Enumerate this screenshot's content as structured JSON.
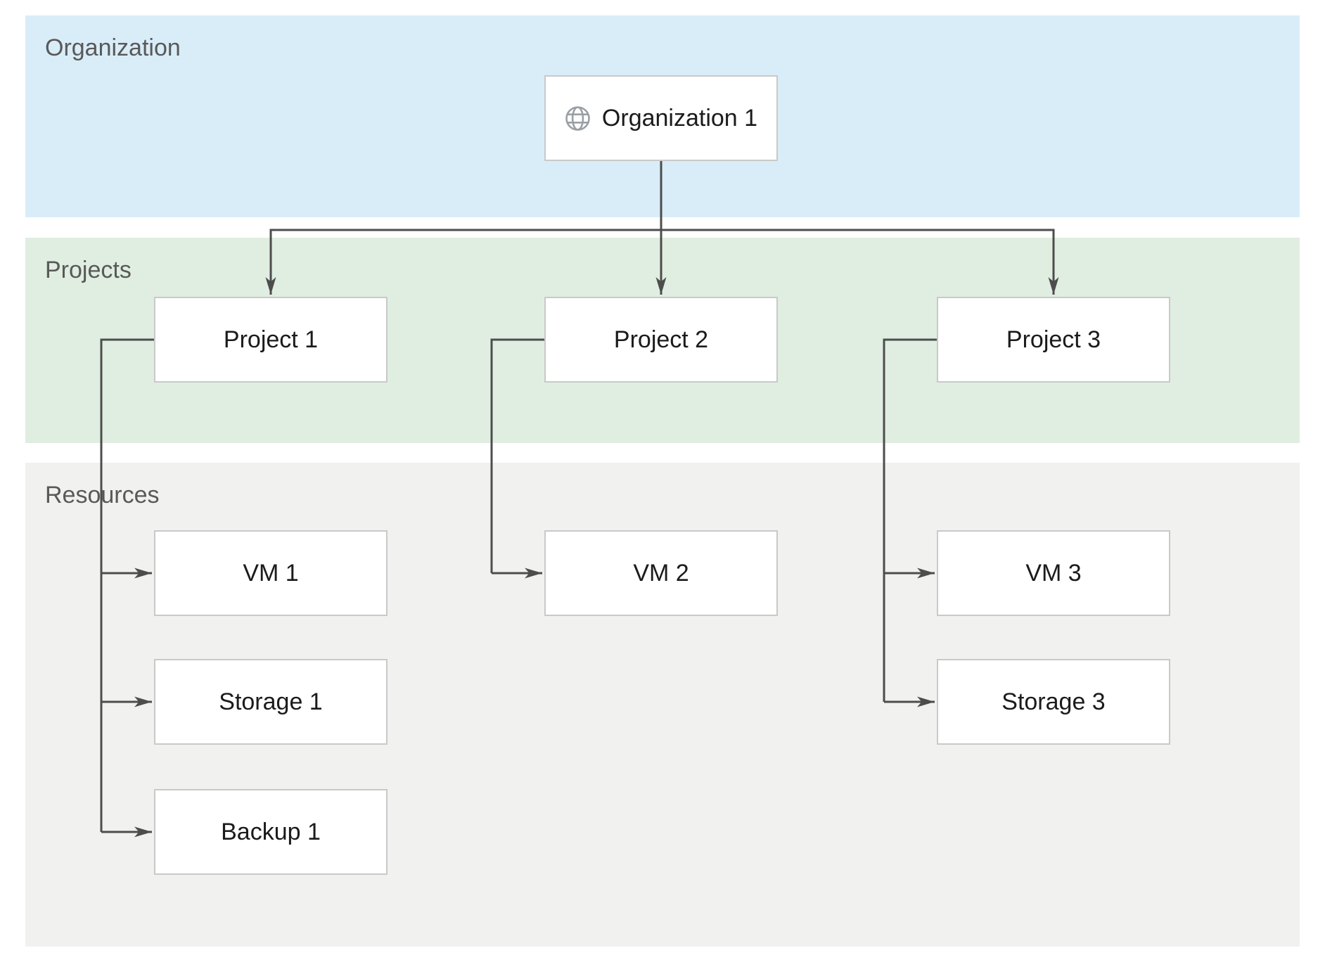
{
  "diagram": {
    "type": "hierarchy",
    "bands": {
      "organization": {
        "label": "Organization",
        "color": "#d9edf8"
      },
      "projects": {
        "label": "Projects",
        "color": "#dfeee1"
      },
      "resources": {
        "label": "Resources",
        "color": "#f1f1f0"
      }
    },
    "nodes": {
      "org1": {
        "label": "Organization 1",
        "icon": "globe-icon",
        "band": "organization"
      },
      "project1": {
        "label": "Project 1",
        "band": "projects"
      },
      "project2": {
        "label": "Project 2",
        "band": "projects"
      },
      "project3": {
        "label": "Project 3",
        "band": "projects"
      },
      "vm1": {
        "label": "VM 1",
        "band": "resources"
      },
      "storage1": {
        "label": "Storage 1",
        "band": "resources"
      },
      "backup1": {
        "label": "Backup 1",
        "band": "resources"
      },
      "vm2": {
        "label": "VM 2",
        "band": "resources"
      },
      "vm3": {
        "label": "VM 3",
        "band": "resources"
      },
      "storage3": {
        "label": "Storage 3",
        "band": "resources"
      }
    },
    "edges": [
      {
        "from": "org1",
        "to": "project1"
      },
      {
        "from": "org1",
        "to": "project2"
      },
      {
        "from": "org1",
        "to": "project3"
      },
      {
        "from": "project1",
        "to": "vm1"
      },
      {
        "from": "project1",
        "to": "storage1"
      },
      {
        "from": "project1",
        "to": "backup1"
      },
      {
        "from": "project2",
        "to": "vm2"
      },
      {
        "from": "project3",
        "to": "vm3"
      },
      {
        "from": "project3",
        "to": "storage3"
      }
    ],
    "colors": {
      "background": "#ffffff",
      "connector": "#4d4d4d",
      "box_fill": "#ffffff",
      "box_border": "#c9c9c9",
      "box_text": "#1b1b1b",
      "band_label": "#595959",
      "icon": "#9aa0a5"
    }
  }
}
